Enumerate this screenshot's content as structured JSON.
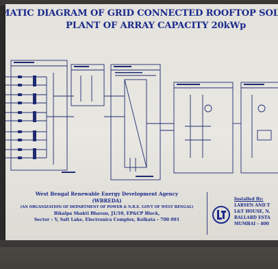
{
  "sign": {
    "title_line1": "MATIC DIAGRAM OF GRID CONNECTED ROOFTOP SOLAR PV PO",
    "title_line2": "PLANT OF ARRAY CAPACITY 20kWp"
  },
  "footer": {
    "agency_name": "West Bengal Renewable Energy Development Agency",
    "agency_abbr": "(WBREDA)",
    "agency_org": "(AN ORGANIZATION OF DEPARTMENT OF POWER & N.R.E. GOVT OF WEST BENGAL)",
    "agency_address1": "Bikalpa Shakti Bhavan, J1/10, EP&CP Block,",
    "agency_address2": "Sector – V, Salt Lake, Electronics Complex, Kolkata – 700 091",
    "installer_heading": "Installed By:",
    "installer_line1": "LARSEN AND T",
    "installer_line2": "L&T HOUSE, N.",
    "installer_line3": "BALLARD ESTA",
    "installer_line4": "MUMBAI – 400"
  },
  "colors": {
    "title_blue": "#1b2a8c",
    "board": "#e6e5e0",
    "wall": "#2a2a28"
  }
}
